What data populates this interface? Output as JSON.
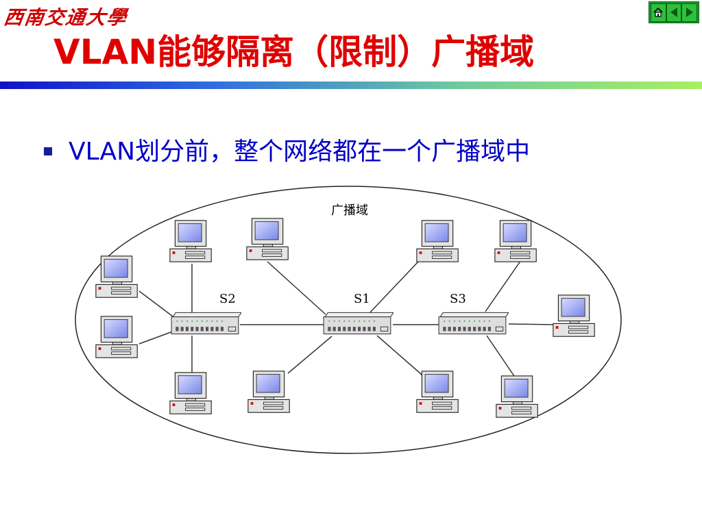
{
  "header": {
    "logo_text": "西南交通大學",
    "title": "VLAN能够隔离（限制）广播域"
  },
  "nav": {
    "home_icon": "home-icon",
    "prev_icon": "arrow-left-icon",
    "next_icon": "arrow-right-icon"
  },
  "bullet": {
    "text": "VLAN划分前，整个网络都在一个广播域中"
  },
  "diagram": {
    "domain_label": "广播域",
    "switch_labels": [
      "S2",
      "S1",
      "S3"
    ]
  },
  "colors": {
    "title": "#e00000",
    "bullet_text": "#0000c8",
    "nav_green": "#1f9b2f"
  }
}
